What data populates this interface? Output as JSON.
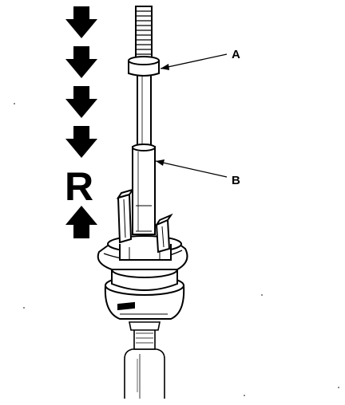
{
  "labels": {
    "callout_a": "A",
    "callout_b": "B",
    "direction_letter": "R"
  },
  "colors": {
    "ink": "#000000",
    "paper": "#ffffff"
  },
  "icons": {
    "down_arrows": [
      "arrow-down-icon",
      "arrow-down-icon",
      "arrow-down-icon",
      "arrow-down-icon"
    ],
    "up_arrow": "arrow-up-icon"
  }
}
